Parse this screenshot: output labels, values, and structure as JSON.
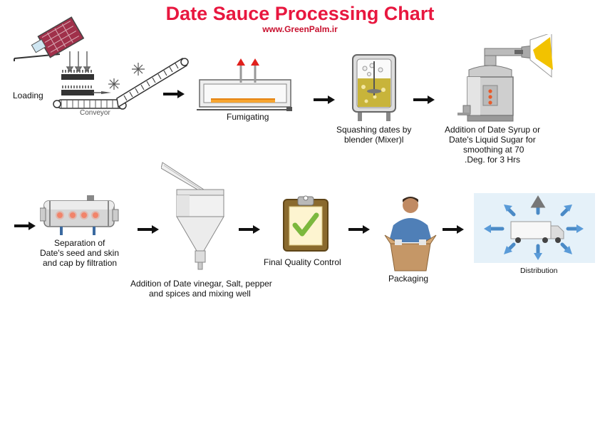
{
  "header": {
    "title": "Date Sauce Processing Chart",
    "url": "www.GreenPalm.ir"
  },
  "steps": [
    {
      "id": "loading",
      "label": "Loading",
      "sublabel": "Conveyor",
      "icon": "conveyor-loader-icon"
    },
    {
      "id": "fumigating",
      "label": "Fumigating",
      "icon": "fumigation-chamber-icon"
    },
    {
      "id": "squashing",
      "lines": [
        "Squashing dates by",
        "blender (Mixer)l"
      ],
      "icon": "mixer-tank-icon"
    },
    {
      "id": "syrup",
      "lines": [
        "Addition of Date Syrup or",
        "Date's Liquid Sugar for",
        "smoothing at 70",
        "Deg. for 3 Hrs."
      ],
      "icon": "heating-vessel-icon"
    },
    {
      "id": "separation",
      "lines": [
        "Separation of",
        "Date's seed and skin",
        "and cap by filtration"
      ],
      "icon": "filtration-drum-icon"
    },
    {
      "id": "mixing",
      "lines": [
        "Addition of Date vinegar, Salt, pepper",
        "and spices and mixing well"
      ],
      "icon": "cyclone-mixer-icon"
    },
    {
      "id": "quality",
      "label": "Final Quality Control",
      "icon": "checklist-clipboard-icon"
    },
    {
      "id": "packaging",
      "label": "Packaging",
      "icon": "packing-worker-icon"
    },
    {
      "id": "distribution",
      "label": "Distribution",
      "icon": "delivery-truck-icon"
    }
  ],
  "colors": {
    "title": "#e8173f",
    "arrow": "#111111",
    "accent": "#e85a2a"
  }
}
